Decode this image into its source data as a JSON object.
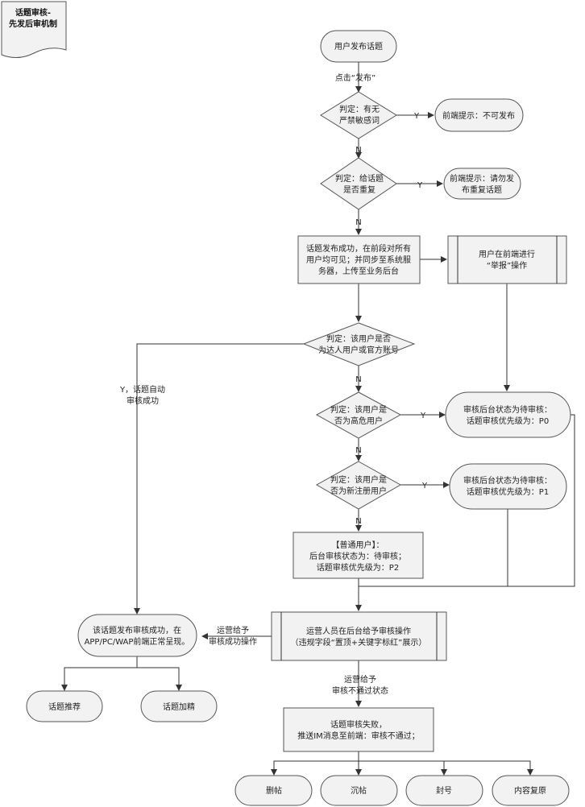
{
  "doc_title": [
    "话题审核-",
    "先发后审机制"
  ],
  "nodes": {
    "start": [
      "用户发布话题"
    ],
    "d_sensitive": [
      "判定：有无",
      "严禁敏感词"
    ],
    "hint_no_publish": [
      "前端提示：不可发布"
    ],
    "d_duplicate": [
      "判定：给话题",
      "是否重复"
    ],
    "hint_no_repeat": [
      "前端提示：请勿发",
      "布重复话题"
    ],
    "publish_success": [
      "话题发布成功，在前段对所有",
      "用户均可见；并同步至系统服",
      "务器，上传至业务后台"
    ],
    "user_report": [
      "用户在前端进行",
      "“举报”操作"
    ],
    "d_expert": [
      "判定：该用户是否",
      "为达人用户或官方账号"
    ],
    "d_highrisk": [
      "判定：该用户是",
      "否为高危用户"
    ],
    "p0_box": [
      "审核后台状态为待审核：",
      "话题审核优先级为：P0"
    ],
    "d_newuser": [
      "判定：该用户是",
      "否为新注册用户"
    ],
    "p1_box": [
      "审核后台状态为待审核：",
      "话题审核优先级为：P1"
    ],
    "normal_user": [
      "【普通用户】：",
      "后台审核状态为：待审核；",
      "话题审核优先级为：P2"
    ],
    "approved": [
      "该话题发布审核成功，在",
      "APP/PC/WAP前端正常呈现。"
    ],
    "ops_review": [
      "运营人员在后台给予审核操作",
      "（违规字段“置顶+关键字标红”展示）"
    ],
    "recommend": [
      "话题推荐"
    ],
    "featured": [
      "话题加精"
    ],
    "failed": [
      "话题审核失败，",
      "推送IM消息至前端：审核不通过；"
    ],
    "delete_post": [
      "删帖"
    ],
    "sink_post": [
      "沉帖"
    ],
    "ban_account": [
      "封号"
    ],
    "restore": [
      "内容复原"
    ]
  },
  "edge_labels": {
    "click_publish": [
      "点击“发布”"
    ],
    "y1": [
      "Y"
    ],
    "n1": [
      "N"
    ],
    "y2": [
      "Y"
    ],
    "n2": [
      "N"
    ],
    "auto_success": [
      "Y，话题自动",
      "审核成功"
    ],
    "n3": [
      "N"
    ],
    "y3": [
      "Y"
    ],
    "n4": [
      "N"
    ],
    "y4": [
      "Y"
    ],
    "n5": [
      "N"
    ],
    "ops_approve": [
      "运营给予",
      "审核成功操作"
    ],
    "ops_reject": [
      "运营给予",
      "审核不通过状态"
    ]
  }
}
